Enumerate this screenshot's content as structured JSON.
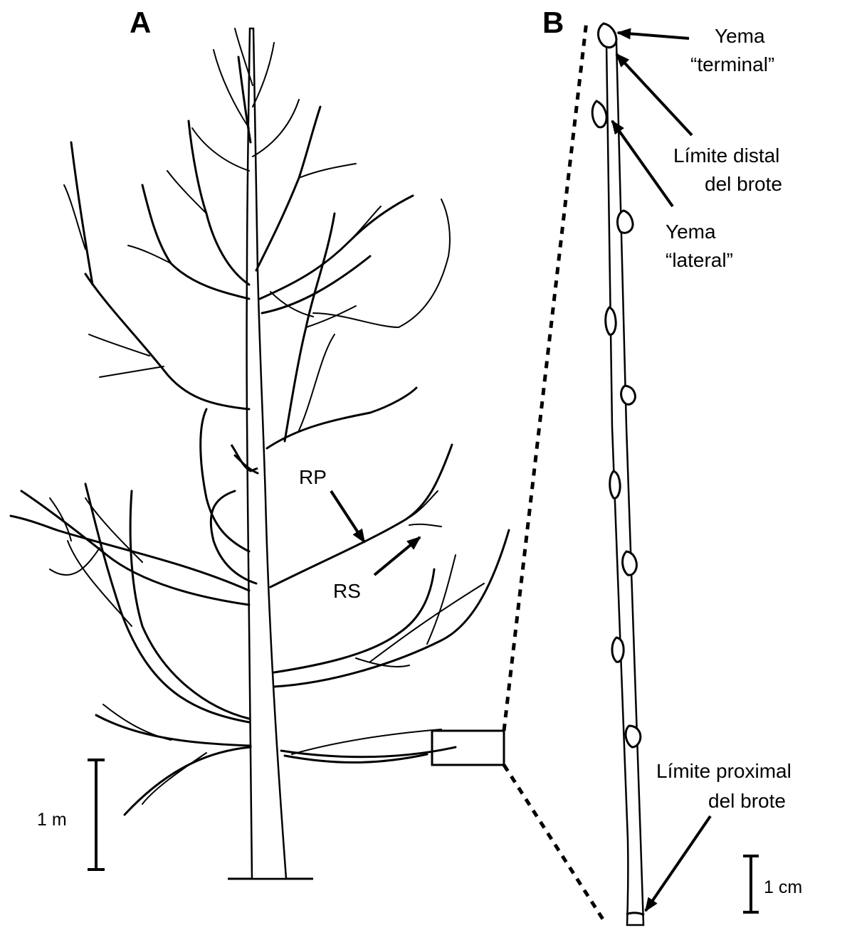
{
  "panel_a": {
    "letter": "A",
    "label_rp": "RP",
    "label_rs": "RS",
    "scale_label": "1 m"
  },
  "panel_b": {
    "letter": "B",
    "label_terminal_line1": "Yema",
    "label_terminal_line2": "“terminal”",
    "label_distal_line1": "Límite distal",
    "label_distal_line2": "del brote",
    "label_lateral_line1": "Yema",
    "label_lateral_line2": "“lateral”",
    "label_proximal_line1": "Límite proximal",
    "label_proximal_line2": "del brote",
    "scale_label": "1 cm"
  },
  "colors": {
    "ink": "#000000",
    "paper": "#ffffff"
  }
}
